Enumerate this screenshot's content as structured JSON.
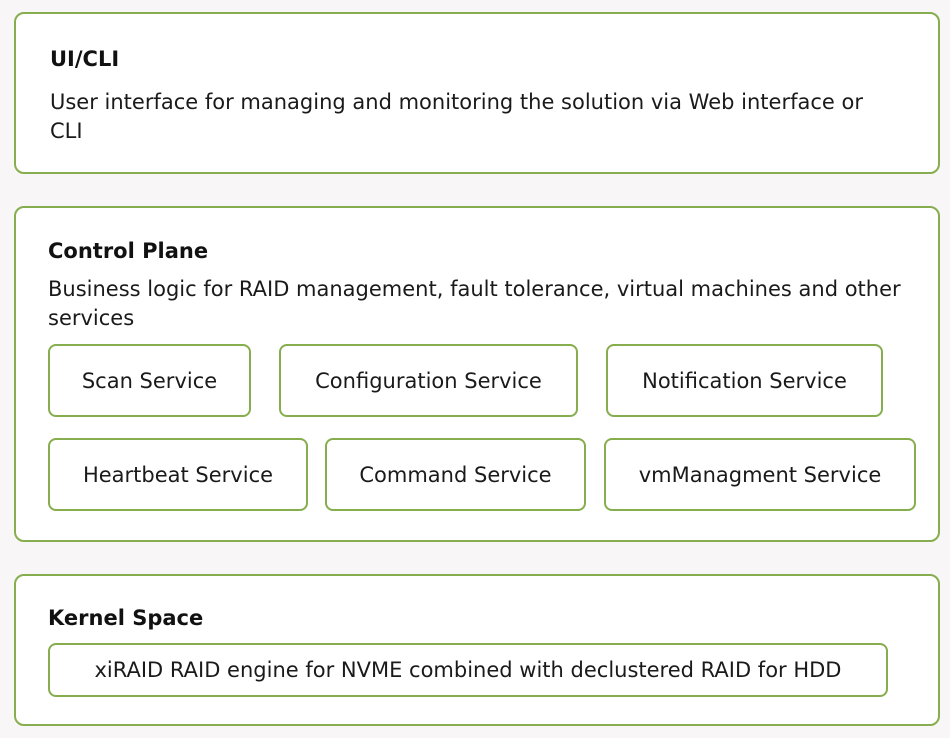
{
  "colors": {
    "border": "#86ad4e",
    "background": "#f8f6f7",
    "panel": "#ffffff",
    "text": "#111111"
  },
  "ui_cli": {
    "title": "UI/CLI",
    "description": "User interface for managing and monitoring the solution via Web interface or CLI"
  },
  "control_plane": {
    "title": "Control Plane",
    "description": "Business logic for RAID management, fault tolerance, virtual machines and other services",
    "services": [
      "Scan Service",
      "Configuration Service",
      "Notification Service",
      "Heartbeat Service",
      "Command Service",
      "vmManagment Service"
    ]
  },
  "kernel_space": {
    "title": "Kernel Space",
    "engine": "xiRAID RAID engine for NVME combined with declustered RAID for HDD"
  }
}
